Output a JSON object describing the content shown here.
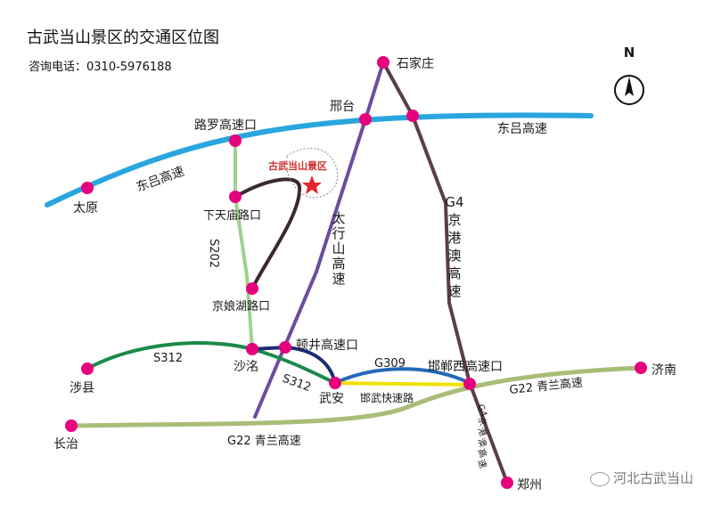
{
  "header": {
    "title": "古武当山景区的交通区位图",
    "phone": "咨询电话：0310-5976188"
  },
  "compass": {
    "label": "N"
  },
  "colors": {
    "dongl": "#2aa6de",
    "taihang": "#6b4d9e",
    "g4": "#5b3f45",
    "s202": "#9fd18f",
    "s312": "#1b8a4a",
    "g22": "#a9bd78",
    "dunjing": "#1d2d73",
    "g309": "#2469b8",
    "handan": "#f0e100",
    "tianmiao": "#3a2a2e",
    "node": "#e6007e",
    "site": "#e3262a"
  },
  "cities": {
    "shijiazhuang": "石家庄",
    "xingtai": "邢台",
    "taiyuan": "太原",
    "lumo": "路罗高速口",
    "xiatianmiao": "下天庙路口",
    "jingniang": "京娘湖路口",
    "shaluo": "沙洺",
    "dunjing": "顿井高速口",
    "shexian": "涉县",
    "wuan": "武安",
    "handan": "邯郸西高速口",
    "jinan": "济南",
    "changzhi": "长治",
    "zhengzhou": "郑州"
  },
  "scenic_site": {
    "label": "古武当山景区"
  },
  "roads": {
    "dongl_west": "东吕高速",
    "dongl_east": "东吕高速",
    "taihang": [
      "太",
      "行",
      "山",
      "高",
      "速"
    ],
    "g4_top": [
      "G4",
      "京",
      "港",
      "澳",
      "高",
      "速"
    ],
    "g4_bottom": [
      "G4",
      "京",
      "港",
      "澳",
      "高",
      "速"
    ],
    "s202": "S202",
    "s312_west": "S312",
    "s312_east": "S312",
    "g309": "G309",
    "handan_link": "邯武快速路",
    "g22_east": "G22 青兰高速",
    "g22_south": "G22 青兰高速"
  },
  "watermark": "河北古武当山"
}
